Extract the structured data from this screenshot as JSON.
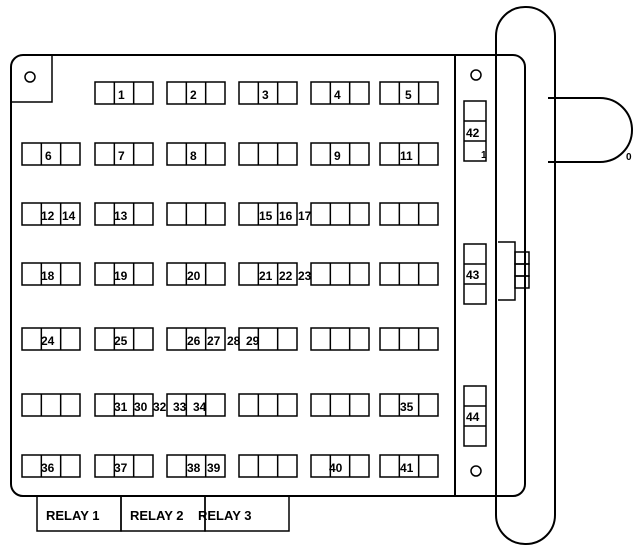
{
  "fuses": [
    {
      "id": "f1",
      "label": "1"
    },
    {
      "id": "f2",
      "label": "2"
    },
    {
      "id": "f3",
      "label": "3"
    },
    {
      "id": "f4",
      "label": "4"
    },
    {
      "id": "f5",
      "label": "5"
    },
    {
      "id": "f6",
      "label": "6"
    },
    {
      "id": "f7",
      "label": "7"
    },
    {
      "id": "f8",
      "label": "8"
    },
    {
      "id": "f9",
      "label": "9"
    },
    {
      "id": "f11",
      "label": "11"
    },
    {
      "id": "f12",
      "label": "12"
    },
    {
      "id": "f14",
      "label": "14"
    },
    {
      "id": "f13",
      "label": "13"
    },
    {
      "id": "f15",
      "label": "15"
    },
    {
      "id": "f16",
      "label": "16"
    },
    {
      "id": "f17",
      "label": "17"
    },
    {
      "id": "f18",
      "label": "18"
    },
    {
      "id": "f19",
      "label": "19"
    },
    {
      "id": "f20",
      "label": "20"
    },
    {
      "id": "f21",
      "label": "21"
    },
    {
      "id": "f22",
      "label": "22"
    },
    {
      "id": "f23",
      "label": "23"
    },
    {
      "id": "f24",
      "label": "24"
    },
    {
      "id": "f25",
      "label": "25"
    },
    {
      "id": "f26",
      "label": "26"
    },
    {
      "id": "f27",
      "label": "27"
    },
    {
      "id": "f28",
      "label": "28"
    },
    {
      "id": "f29",
      "label": "29"
    },
    {
      "id": "f31",
      "label": "31"
    },
    {
      "id": "f30",
      "label": "30"
    },
    {
      "id": "f32",
      "label": "32"
    },
    {
      "id": "f33",
      "label": "33"
    },
    {
      "id": "f34",
      "label": "34"
    },
    {
      "id": "f35",
      "label": "35"
    },
    {
      "id": "f36",
      "label": "36"
    },
    {
      "id": "f37",
      "label": "37"
    },
    {
      "id": "f38",
      "label": "38"
    },
    {
      "id": "f39",
      "label": "39"
    },
    {
      "id": "f40",
      "label": "40"
    },
    {
      "id": "f41",
      "label": "41"
    },
    {
      "id": "f42",
      "label": "42"
    },
    {
      "id": "f43",
      "label": "43"
    },
    {
      "id": "f44",
      "label": "44"
    },
    {
      "id": "fside1",
      "label": "1"
    },
    {
      "id": "fside0",
      "label": "0"
    }
  ],
  "relays": [
    {
      "id": "relay1",
      "label": "RELAY 1"
    },
    {
      "id": "relay2",
      "label": "RELAY 2"
    },
    {
      "id": "relay3",
      "label": "RELAY 3"
    }
  ]
}
